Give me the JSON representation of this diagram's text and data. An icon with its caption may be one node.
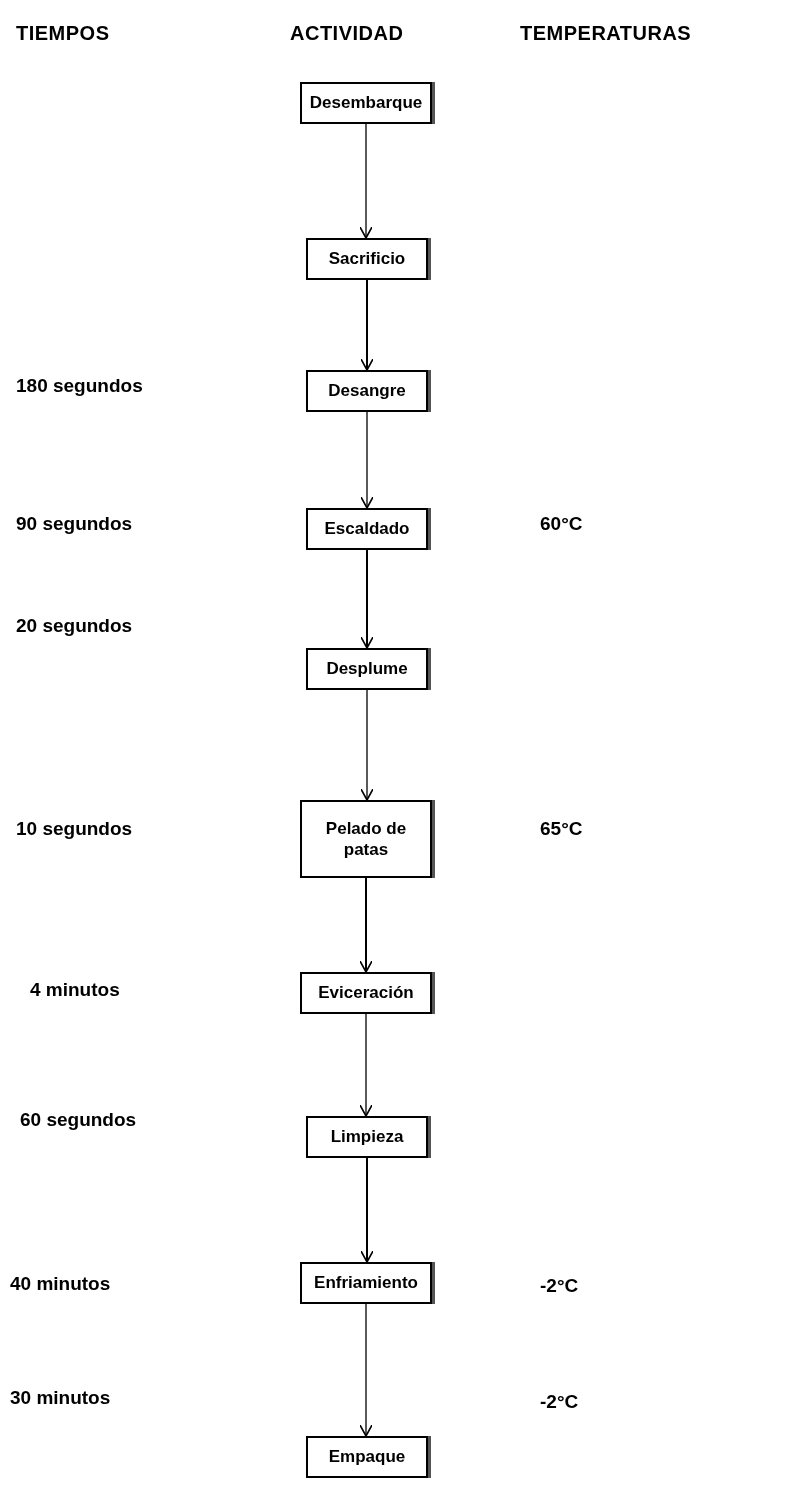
{
  "diagram": {
    "nodes": [
      {
        "text": [
          "Desembarque"
        ]
      },
      {
        "text": [
          "Sacrificio"
        ]
      },
      {
        "text": [
          "Desangre"
        ]
      },
      {
        "text": [
          "Escaldado"
        ]
      },
      {
        "text": [
          "Desplume"
        ]
      },
      {
        "text": [
          "Pelado de patas"
        ]
      },
      {
        "text": [
          "Eviceración"
        ]
      },
      {
        "text": [
          "Limpieza"
        ]
      },
      {
        "text": [
          "Enfriamiento"
        ]
      },
      {
        "text": [
          "Empaque"
        ]
      }
    ],
    "edges": [
      {
        "from": 0,
        "to": 1,
        "arrow": "to"
      },
      {
        "from": 1,
        "to": 2,
        "arrow": "to"
      },
      {
        "from": 2,
        "to": 3,
        "arrow": "to"
      },
      {
        "from": 3,
        "to": 4,
        "arrow": "to"
      },
      {
        "from": 4,
        "to": 5,
        "arrow": "to"
      },
      {
        "from": 5,
        "to": 6,
        "arrow": "to"
      },
      {
        "from": 6,
        "to": 7,
        "arrow": "to"
      },
      {
        "from": 7,
        "to": 8,
        "arrow": "to"
      },
      {
        "from": 8,
        "to": 9,
        "arrow": "to"
      }
    ],
    "labels": [
      "TIEMPOS",
      "ACTIVIDAD",
      "TEMPERATURAS",
      "180 segundos",
      "90 segundos",
      "60°C",
      "20 segundos",
      "10 segundos",
      "65°C",
      "4 minutos",
      "60 segundos",
      "40 minutos",
      "-2°C",
      "30 minutos",
      "-2°C"
    ]
  }
}
